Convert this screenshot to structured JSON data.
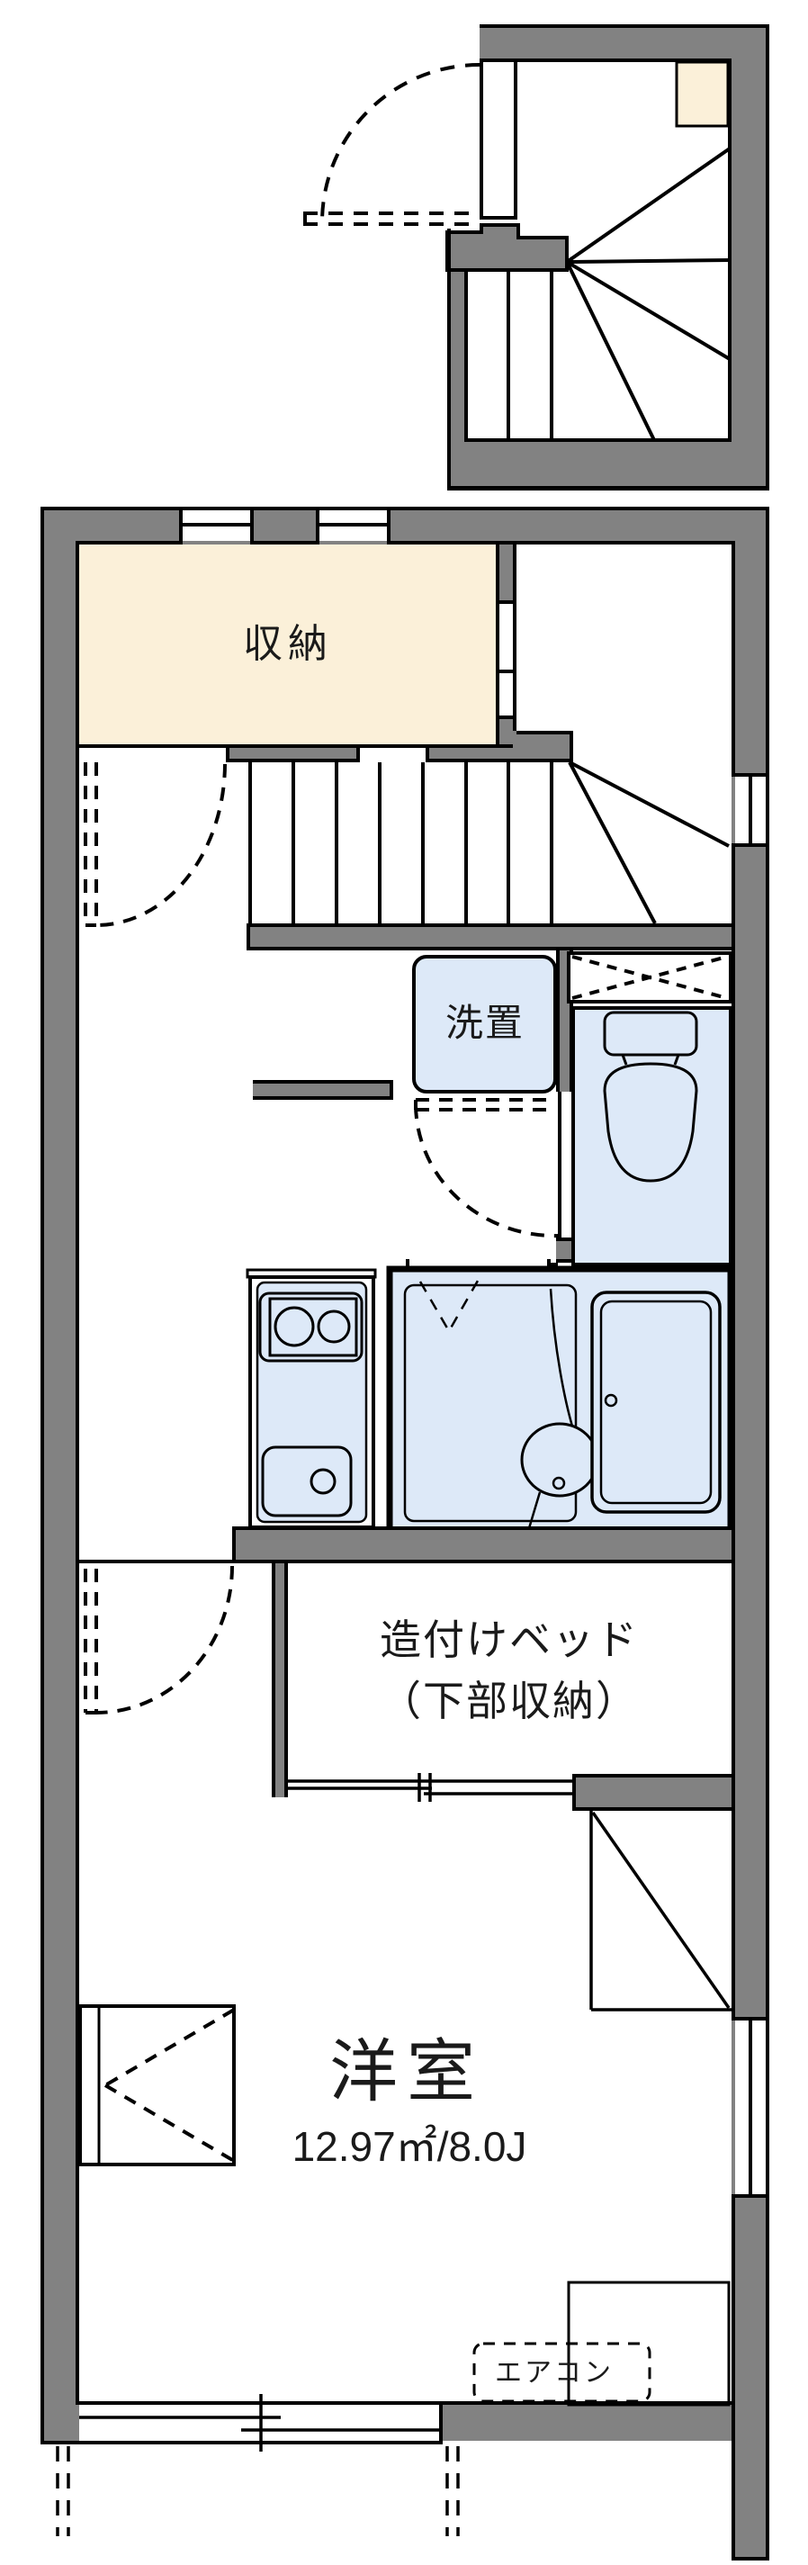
{
  "page_title": "floor-plan",
  "colors": {
    "wall": "#828282",
    "storage_fill": "#fbf0d9",
    "fixture_fill": "#dde9f8",
    "line": "#000000",
    "background": "#ffffff"
  },
  "labels": {
    "storage": "収納",
    "laundry": "洗置",
    "bed_line1": "造付けベッド",
    "bed_line2": "（下部収納）",
    "room": "洋室",
    "room_size": "12.97㎡/8.0J",
    "aircon": "エアコン"
  }
}
